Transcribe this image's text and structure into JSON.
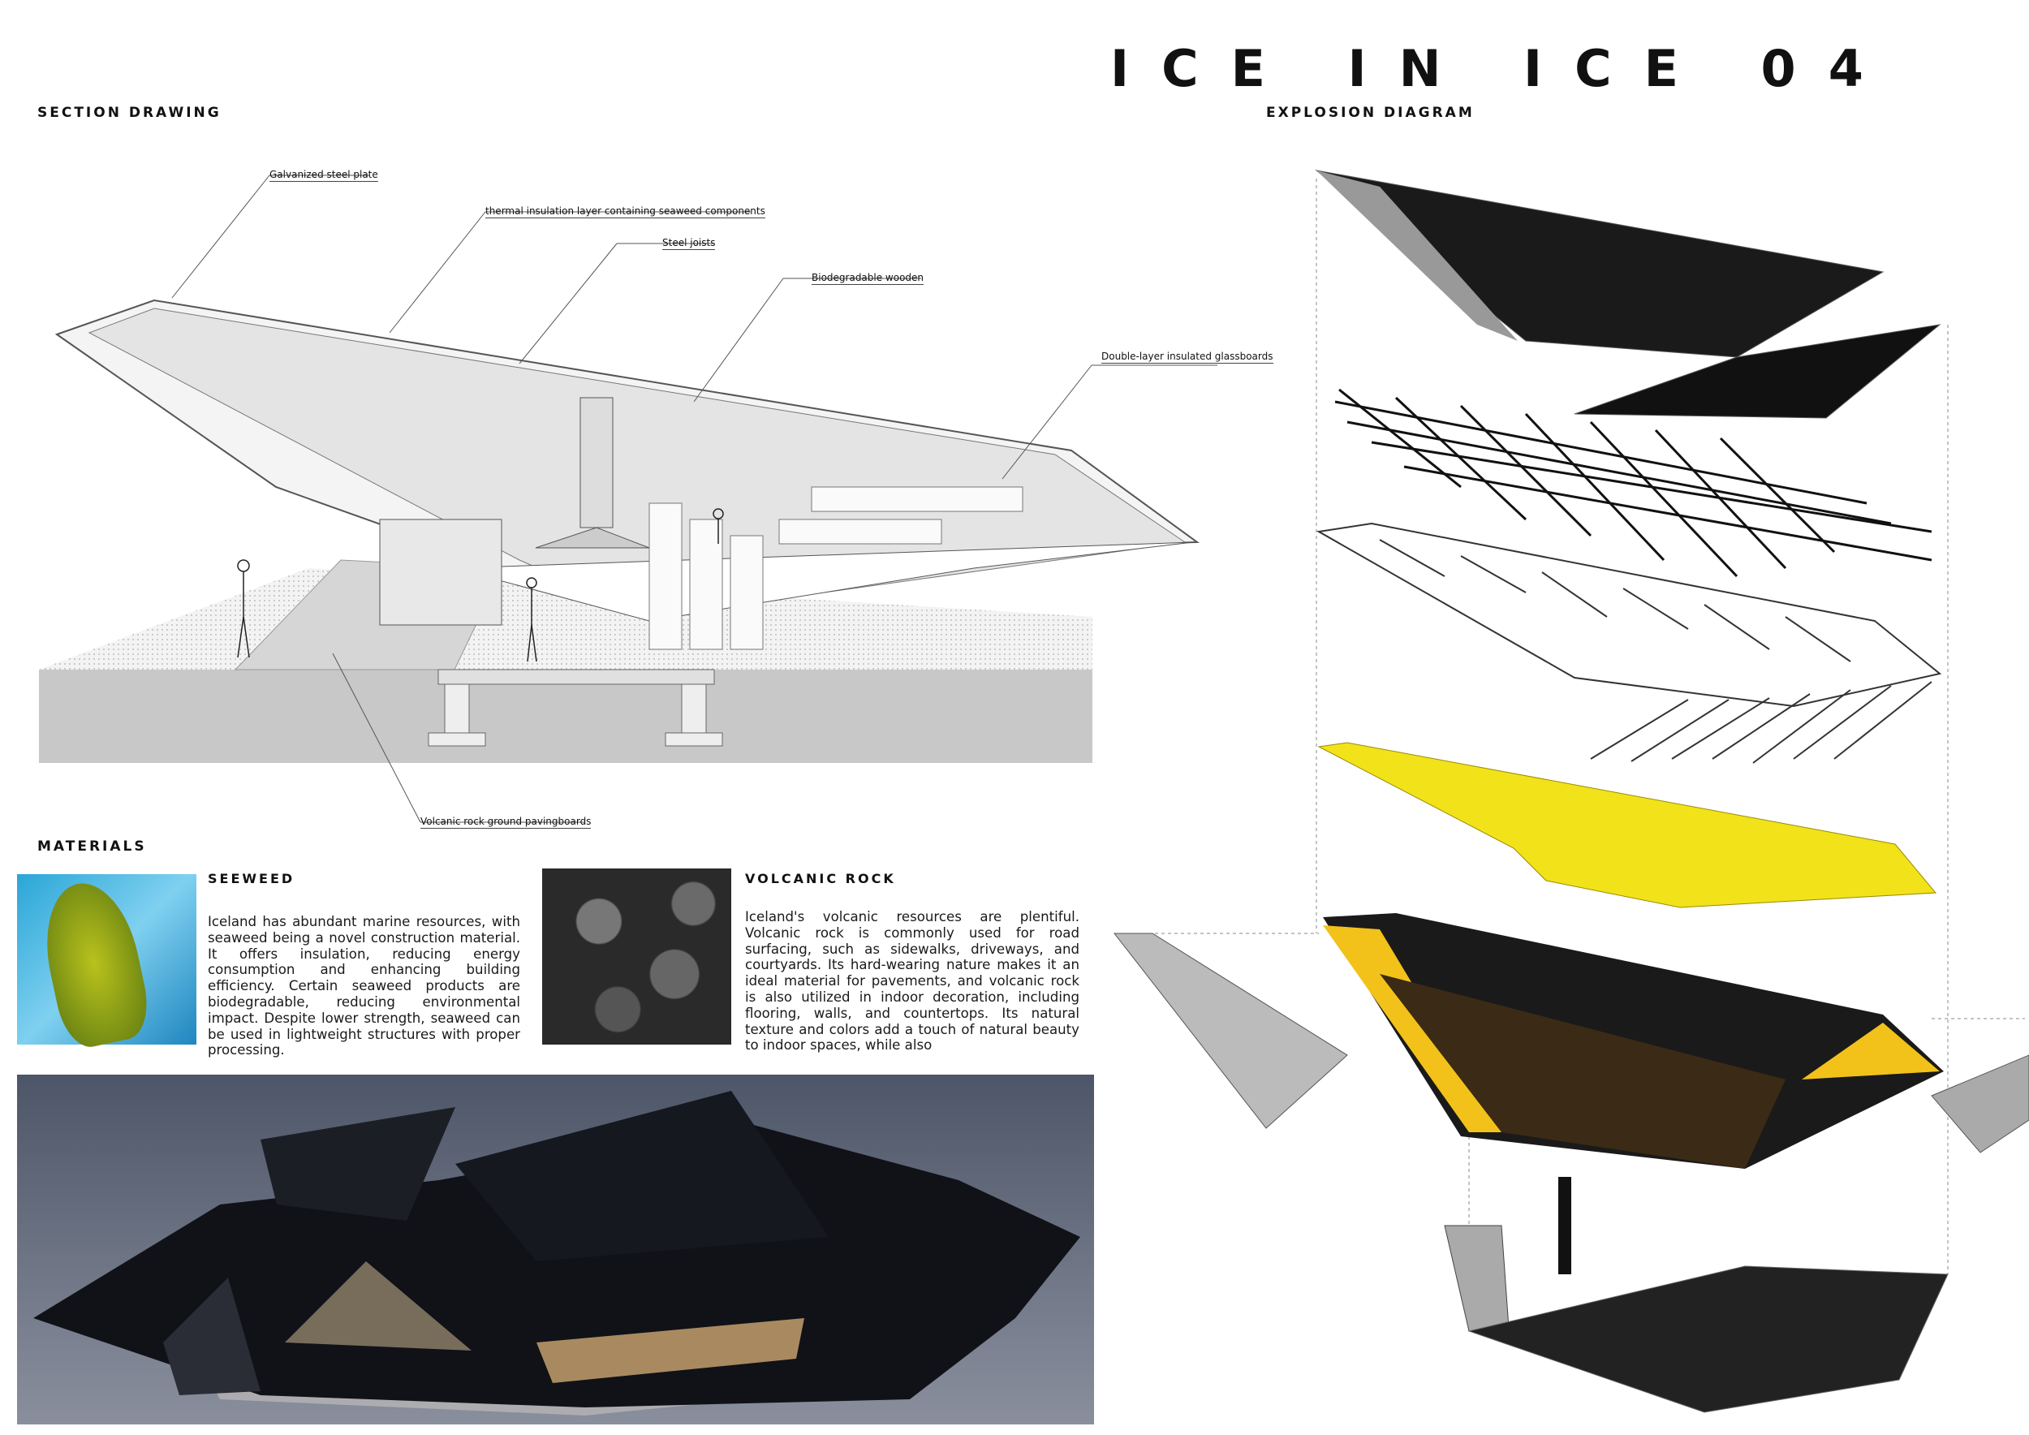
{
  "title": "ICE IN ICE 04",
  "section_drawing": {
    "heading": "SECTION DRAWING",
    "labels": {
      "steel_plate": "Galvanized steel plate",
      "insulation": "thermal insulation layer containing seaweed components",
      "joists": "Steel joists",
      "wooden": "Biodegradable wooden",
      "glassboards": "Double-layer insulated glassboards",
      "paving": "Volcanic rock ground pavingboards"
    }
  },
  "explosion_diagram": {
    "heading": "EXPLOSION DIAGRAM",
    "accent": "#f2e21a"
  },
  "materials": {
    "heading": "MATERIALS",
    "seaweed": {
      "title": "SEEWEED",
      "text": "Iceland has abundant marine resources, with seaweed being a novel construction material. It offers insulation, reducing energy consumption and enhancing building efficiency. Certain seaweed products are biodegradable, reducing environmental impact. Despite lower strength, seaweed can be used in lightweight structures with proper processing."
    },
    "volcanic": {
      "title": "VOLCANIC ROCK",
      "text": "Iceland's volcanic resources are plentiful. Volcanic rock is commonly used for road surfacing, such as sidewalks, driveways, and courtyards. Its hard-wearing nature makes it an ideal material for pavements, and volcanic rock is also utilized in indoor decoration, including flooring, walls, and countertops. Its natural texture and colors add a touch of natural beauty to indoor spaces, while also"
    }
  }
}
